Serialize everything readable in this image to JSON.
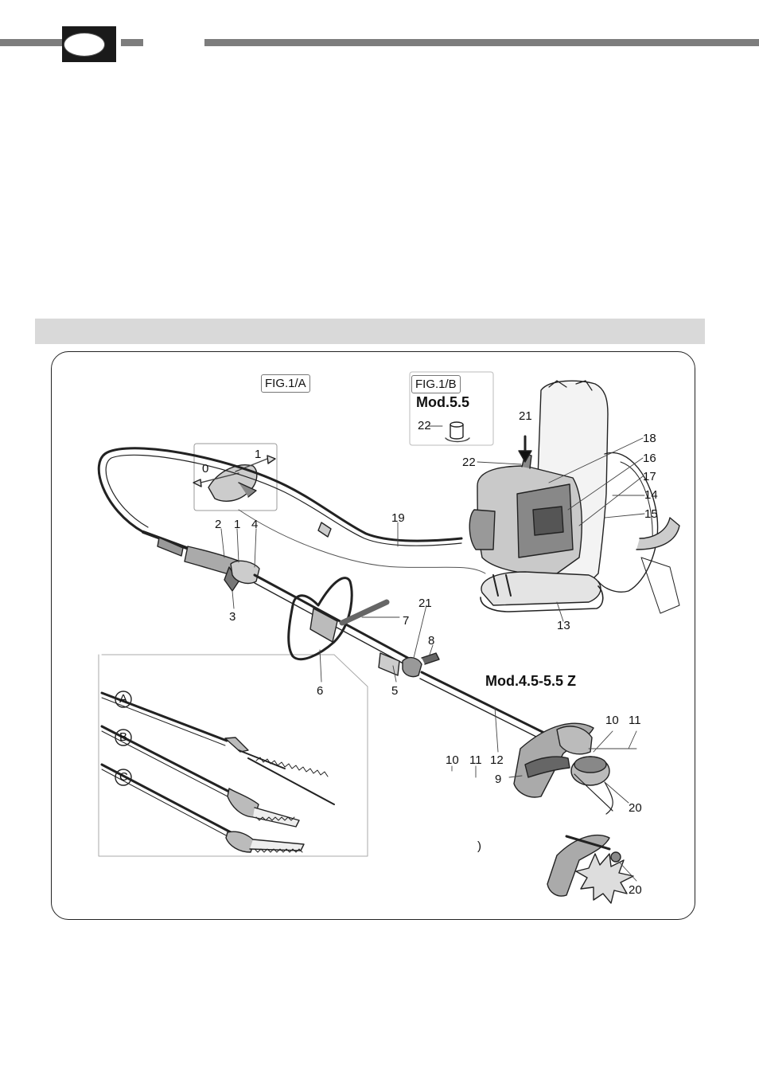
{
  "figures": {
    "fig_a": "FIG.1/A",
    "fig_b": "FIG.1/B"
  },
  "models": {
    "inset_b_model": "Mod.5.5",
    "trimmer_model": "Mod.4.5-5.5 Z"
  },
  "inset_labels": {
    "inset_b_part": "22",
    "throttle_pos_0": "0",
    "throttle_pos_1": "1",
    "attachment_a": "A",
    "attachment_b": "B",
    "attachment_c": "C"
  },
  "callouts": {
    "c1": "1",
    "c2": "2",
    "c3": "3",
    "c4": "4",
    "c5": "5",
    "c6": "6",
    "c7": "7",
    "c8": "8",
    "c9": "9",
    "c10a": "10",
    "c10b": "10",
    "c11a": "11",
    "c11b": "11",
    "c12": "12",
    "c13": "13",
    "c14": "14",
    "c15": "15",
    "c16": "16",
    "c17": "17",
    "c18": "18",
    "c19": "19",
    "c20a": "20",
    "c20b": "20",
    "c21a": "21",
    "c21b": "21",
    "c22": "22",
    "stray": ")"
  }
}
